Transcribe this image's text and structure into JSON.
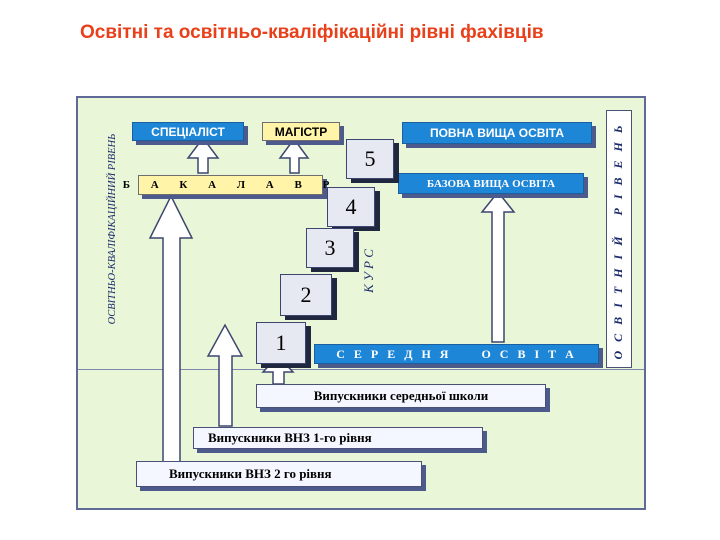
{
  "title": "Освітні та освітньо-кваліфікаційні рівні фахівців",
  "left_vertical_label": "ОСВІТНЬО-КВАЛІФІКАЦІЙНИЙ РІВЕНЬ",
  "right_vertical_label": "ОСВІТНІЙ РІВЕНЬ",
  "kurs_label": "К У Р С",
  "boxes": {
    "specialist": "СПЕЦІАЛІСТ",
    "magistr": "МАГІСТР",
    "povna": "ПОВНА ВИЩА ОСВІТА",
    "bakalavr": "Б А К А Л А В Р",
    "bazova": "БАЗОВА ВИЩА ОСВІТА",
    "serednya": "С Е Р Е Д Н Я     О С В І Т А",
    "vypusknyky_shkoly": "Випускники середньої школи",
    "vypusknyky_vnz1": "Випускники ВНЗ 1-го рівня",
    "vypusknyky_vnz2": "Випускники ВНЗ 2 го рівня"
  },
  "steps": [
    "1",
    "2",
    "3",
    "4",
    "5"
  ],
  "colors": {
    "title": "#e8401a",
    "frame_bg": "#e9f7d8",
    "blue_box": "#1e86d6",
    "yellow_box": "#fff4a8",
    "arrow_fill": "#ffffff",
    "arrow_stroke": "#3d466e"
  }
}
